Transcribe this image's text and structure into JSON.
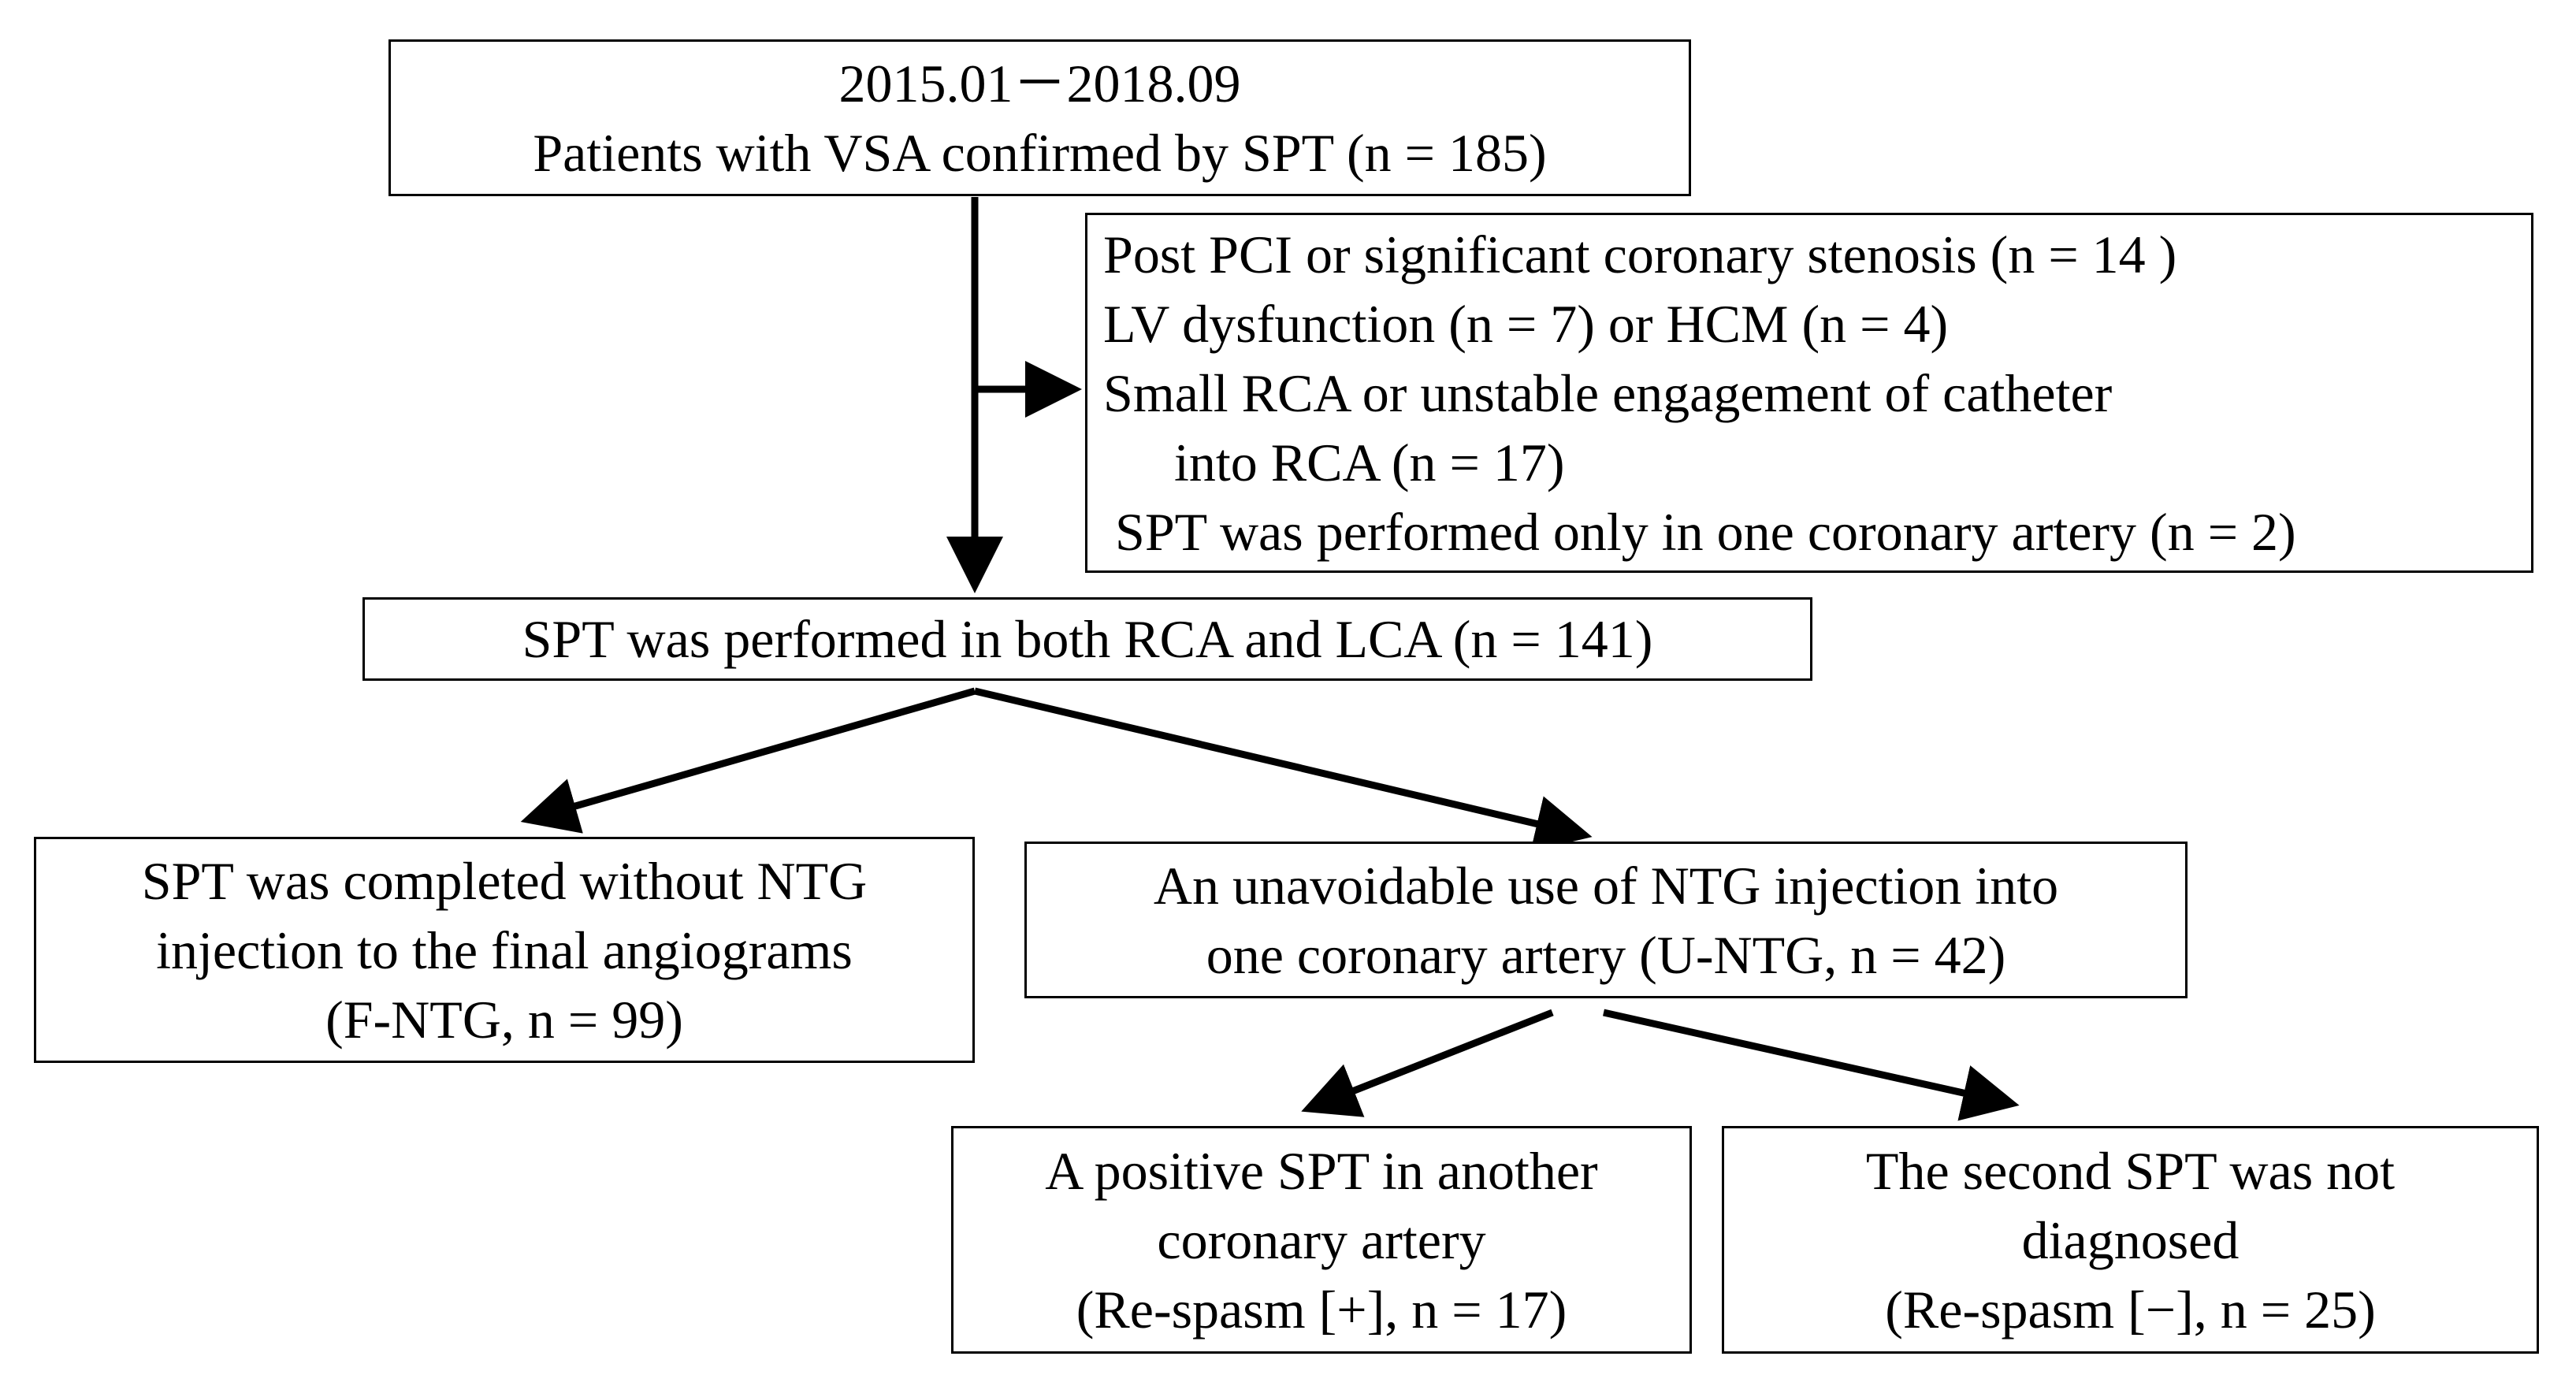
{
  "boxes": {
    "start": {
      "lines": [
        "2015.01－2018.09",
        "Patients with VSA confirmed by SPT (n = 185)"
      ]
    },
    "exclusions": {
      "lines": [
        "Post PCI or significant coronary stenosis (n = 14 )",
        "LV dysfunction (n = 7) or HCM (n = 4)",
        "Small RCA or unstable engagement of catheter",
        "into RCA (n = 17)",
        "SPT was performed only in one coronary artery (n = 2)"
      ]
    },
    "both": {
      "lines": [
        "SPT was performed in both RCA and LCA (n = 141)"
      ]
    },
    "fntg": {
      "lines": [
        "SPT was completed without NTG",
        "injection to the final angiograms",
        "(F-NTG, n = 99)"
      ]
    },
    "untg": {
      "lines": [
        "An unavoidable use of NTG injection into",
        "one coronary artery (U-NTG, n = 42)"
      ]
    },
    "respasm_pos": {
      "lines": [
        "A positive SPT in another",
        "coronary artery",
        "(Re-spasm [+], n = 17)"
      ]
    },
    "respasm_neg": {
      "lines": [
        "The second SPT was not",
        "diagnosed",
        "(Re-spasm [−], n = 25)"
      ]
    }
  }
}
